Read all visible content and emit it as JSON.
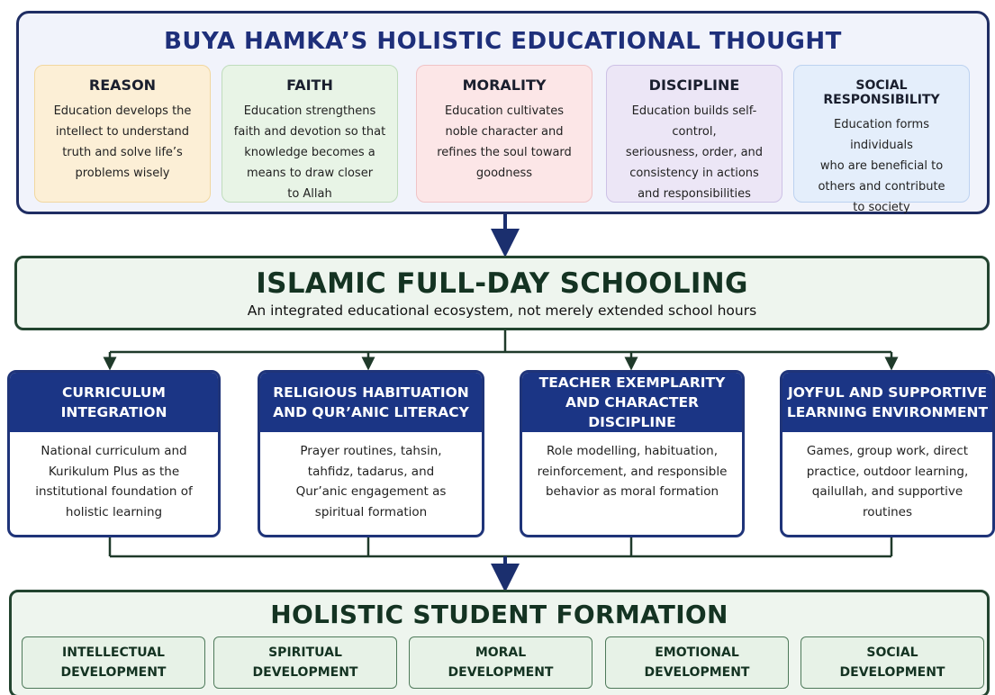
{
  "title": "BUYA HAMKA’S HOLISTIC EDUCATIONAL THOUGHT",
  "concepts": [
    {
      "title": "REASON",
      "lines": [
        "Education develops the",
        "intellect to understand",
        "truth and solve life’s",
        "problems wisely"
      ],
      "bg": "#fcefd6",
      "border": "#f1d79f"
    },
    {
      "title": "FAITH",
      "lines": [
        "Education strengthens",
        "faith and devotion so that",
        "knowledge becomes a",
        "means to draw closer",
        "to Allah"
      ],
      "bg": "#e8f4e6",
      "border": "#bfdcbc"
    },
    {
      "title": "MORALITY",
      "lines": [
        "Education cultivates",
        "noble character and",
        "refines the soul toward",
        "goodness"
      ],
      "bg": "#fce6e7",
      "border": "#f0c3c6"
    },
    {
      "title": "DISCIPLINE",
      "lines": [
        "Education builds self-control,",
        "seriousness, order, and",
        "consistency in actions",
        "and responsibilities"
      ],
      "bg": "#ece6f6",
      "border": "#cdc1e6"
    },
    {
      "title": "SOCIAL RESPONSIBILITY",
      "lines": [
        "Education forms individuals",
        "who are beneficial to",
        "others and contribute",
        "to society"
      ],
      "bg": "#e4eefb",
      "border": "#bcd2f0"
    }
  ],
  "model": {
    "title": "ISLAMIC FULL-DAY SCHOOLING",
    "subtitle": "An integrated educational ecosystem, not merely extended school hours"
  },
  "pillars": [
    {
      "title_lines": [
        "CURRICULUM",
        "INTEGRATION"
      ],
      "lines": [
        "National curriculum and",
        "Kurikulum Plus as the",
        "institutional foundation of",
        "holistic learning"
      ]
    },
    {
      "title_lines": [
        "RELIGIOUS HABITUATION",
        "AND QUR’ANIC LITERACY"
      ],
      "lines": [
        "Prayer routines, tahsin,",
        "tahfidz, tadarus, and",
        "Qur’anic engagement as",
        "spiritual formation"
      ]
    },
    {
      "title_lines": [
        "TEACHER EXEMPLARITY",
        "AND CHARACTER DISCIPLINE"
      ],
      "lines": [
        "Role modelling, habituation,",
        "reinforcement, and responsible",
        "behavior as moral formation"
      ]
    },
    {
      "title_lines": [
        "JOYFUL AND SUPPORTIVE",
        "LEARNING ENVIRONMENT"
      ],
      "lines": [
        "Games, group work, direct",
        "practice, outdoor learning,",
        "qailullah, and supportive",
        "routines"
      ]
    }
  ],
  "outcome": {
    "title": "HOLISTIC STUDENT FORMATION",
    "items": [
      [
        "INTELLECTUAL",
        "DEVELOPMENT"
      ],
      [
        "SPIRITUAL",
        "DEVELOPMENT"
      ],
      [
        "MORAL",
        "DEVELOPMENT"
      ],
      [
        "EMOTIONAL",
        "DEVELOPMENT"
      ],
      [
        "SOCIAL",
        "DEVELOPMENT"
      ]
    ]
  },
  "colors": {
    "navy": "#1b3585",
    "dark_green": "#143322",
    "connector": "#1f3a2a"
  }
}
